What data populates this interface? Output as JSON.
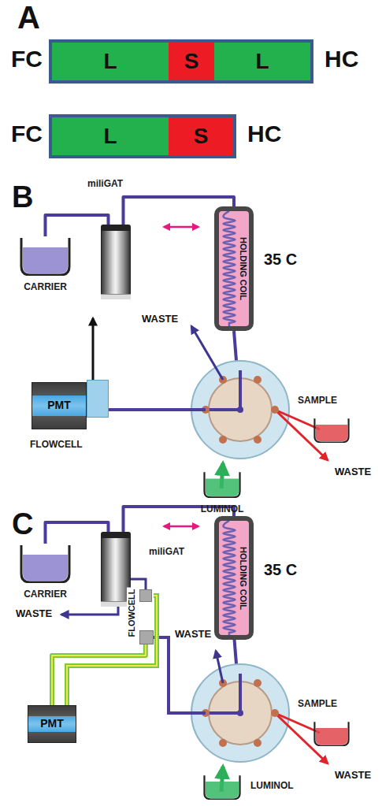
{
  "diagram": {
    "nodes": [
      {
        "text": [
          "FC",
          "HC"
        ]
      },
      {
        "text": [
          "L"
        ],
        "in": 0
      },
      {
        "text": [
          "S"
        ],
        "in": 0
      },
      {
        "text": [
          "L"
        ],
        "in": 0
      },
      {
        "text": [
          "FC",
          "HC"
        ]
      },
      {
        "text": [
          "L"
        ],
        "in": 4
      },
      {
        "text": [
          "S"
        ],
        "in": 4
      },
      {
        "text": [
          "CARRIER"
        ]
      },
      {
        "text": [
          "miliGAT"
        ]
      },
      {
        "text": [
          "HOLDING COIL"
        ]
      },
      {
        "text": [
          "FLOWCELL"
        ]
      },
      {
        "text": [
          "PMT"
        ]
      },
      {
        "text": [
          "SAMPLE"
        ]
      },
      {
        "text": [
          "LUMINOL"
        ]
      },
      {
        "text": [
          "CARRIER"
        ]
      },
      {
        "text": [
          "miliGAT"
        ]
      },
      {
        "text": [
          "HOLDING COIL"
        ]
      },
      {
        "text": [
          "FLOWCELL"
        ]
      },
      {
        "text": [
          "PMT"
        ]
      },
      {
        "text": [
          "SAMPLE"
        ]
      },
      {
        "text": [
          "LUMINOL"
        ]
      }
    ],
    "edges": [
      {
        "from": 7,
        "to": 8,
        "arrow": "none"
      },
      {
        "from": 8,
        "to": 9,
        "arrow": "none"
      },
      {
        "from": 14,
        "to": 15,
        "arrow": "none"
      },
      {
        "from": 15,
        "to": 16,
        "arrow": "none"
      },
      {
        "from": 18,
        "to": 17,
        "arrow": "none"
      }
    ],
    "labels": [
      "A",
      "B",
      "35 C",
      "WASTE",
      "WASTE",
      "C",
      "35 C",
      "WASTE",
      "WASTE",
      "WASTE"
    ]
  }
}
